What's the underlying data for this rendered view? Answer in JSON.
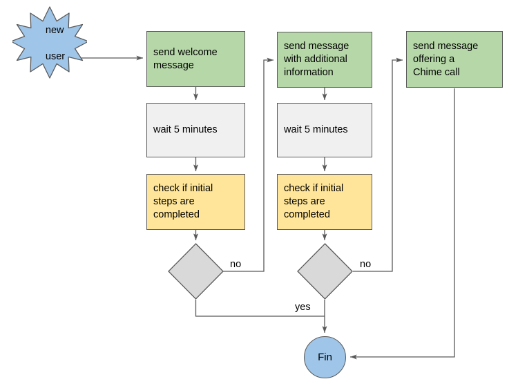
{
  "diagram": {
    "type": "flowchart",
    "title": "new user onboarding message flow",
    "colors": {
      "green": "#b6d7a8",
      "gray": "#f0f0f0",
      "yellow": "#ffe599",
      "blue": "#9fc5e8",
      "decision_gray": "#d9d9d9",
      "stroke": "#595959",
      "background": "#ffffff"
    },
    "nodes": {
      "start_star": {
        "label": "new\nuser",
        "line1": "new",
        "line2": "user",
        "shape": "star",
        "fill": "#9fc5e8"
      },
      "send_welcome": {
        "label": "send welcome\nmessage",
        "shape": "rect",
        "fill": "#b6d7a8"
      },
      "wait_1": {
        "label": "wait 5 minutes",
        "shape": "rect",
        "fill": "#f0f0f0"
      },
      "check_1": {
        "label": "check if initial\nsteps are\ncompleted",
        "shape": "rect",
        "fill": "#ffe599"
      },
      "decision_1": {
        "label": "",
        "shape": "diamond",
        "fill": "#d9d9d9"
      },
      "send_additional": {
        "label": "send message\nwith additional\ninformation",
        "shape": "rect",
        "fill": "#b6d7a8"
      },
      "wait_2": {
        "label": "wait 5 minutes",
        "shape": "rect",
        "fill": "#f0f0f0"
      },
      "check_2": {
        "label": "check if initial\nsteps are\ncompleted",
        "shape": "rect",
        "fill": "#ffe599"
      },
      "decision_2": {
        "label": "",
        "shape": "diamond",
        "fill": "#d9d9d9"
      },
      "send_chime": {
        "label": "send message\noffering a\nChime call",
        "shape": "rect",
        "fill": "#b6d7a8"
      },
      "fin": {
        "label": "Fin",
        "shape": "circle",
        "fill": "#9fc5e8"
      }
    },
    "edge_labels": {
      "no_1": "no",
      "no_2": "no",
      "yes_1": "yes"
    },
    "edges": [
      {
        "from": "start_star",
        "to": "send_welcome",
        "label": ""
      },
      {
        "from": "send_welcome",
        "to": "wait_1",
        "label": ""
      },
      {
        "from": "wait_1",
        "to": "check_1",
        "label": ""
      },
      {
        "from": "check_1",
        "to": "decision_1",
        "label": ""
      },
      {
        "from": "decision_1",
        "to": "send_additional",
        "label": "no"
      },
      {
        "from": "decision_1",
        "to": "fin",
        "label": ""
      },
      {
        "from": "send_additional",
        "to": "wait_2",
        "label": ""
      },
      {
        "from": "wait_2",
        "to": "check_2",
        "label": ""
      },
      {
        "from": "check_2",
        "to": "decision_2",
        "label": ""
      },
      {
        "from": "decision_2",
        "to": "send_chime",
        "label": "no"
      },
      {
        "from": "decision_2",
        "to": "fin",
        "label": "yes"
      },
      {
        "from": "send_chime",
        "to": "fin",
        "label": ""
      }
    ]
  }
}
